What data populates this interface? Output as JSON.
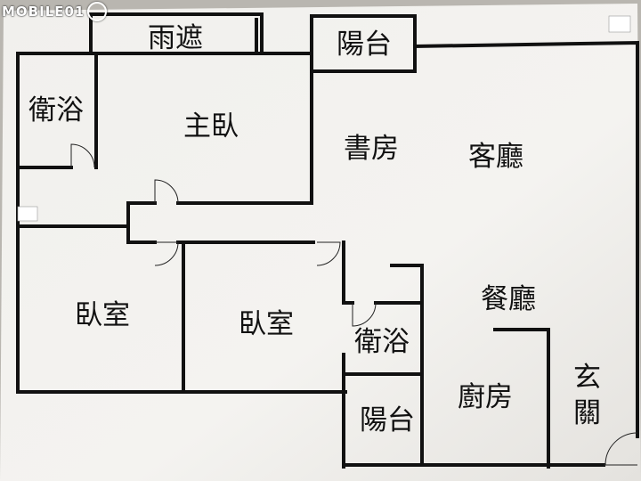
{
  "watermark": {
    "brand_text": "MOBILE01",
    "logo_icon": "mobile01-logo-icon"
  },
  "rooms": {
    "rain_shelter": "雨遮",
    "balcony_top": "陽台",
    "bathroom_master": "衛浴",
    "master_bedroom": "主臥",
    "study": "書房",
    "living_room": "客廳",
    "bedroom_left": "臥室",
    "bedroom_center": "臥室",
    "dining_room": "餐廳",
    "bathroom_center": "衛浴",
    "kitchen": "廚房",
    "balcony_bottom": "陽台",
    "entrance": "玄關"
  },
  "colors": {
    "wall": "#111111",
    "paper": "#f3f2ef",
    "background": "#b9b6b0"
  }
}
